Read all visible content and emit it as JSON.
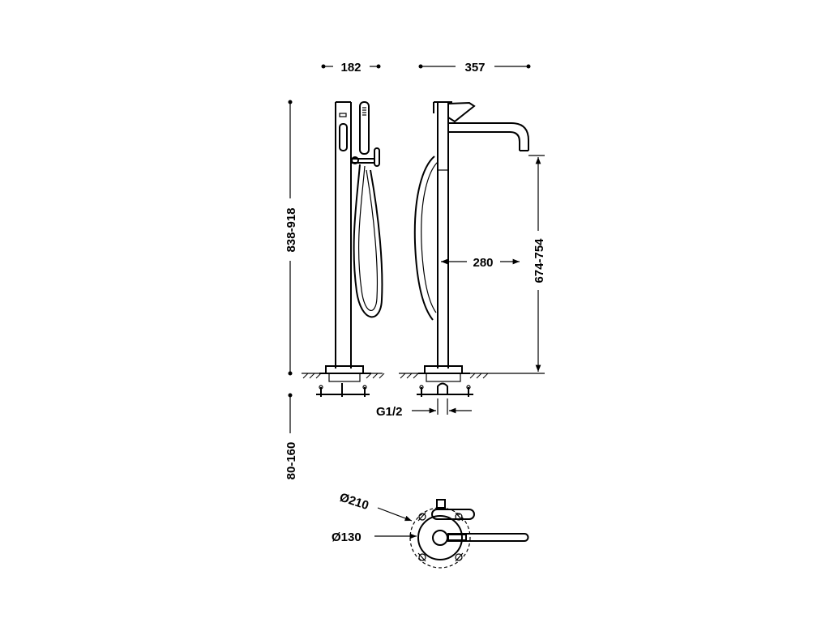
{
  "dimensions": {
    "front_width": "182",
    "side_width": "357",
    "total_height": "838-918",
    "spout_reach": "280",
    "spout_height": "674-754",
    "inlet_thread": "G1/2",
    "embed_depth": "80-160",
    "outer_diameter": "Ø210",
    "inner_diameter": "Ø130"
  }
}
